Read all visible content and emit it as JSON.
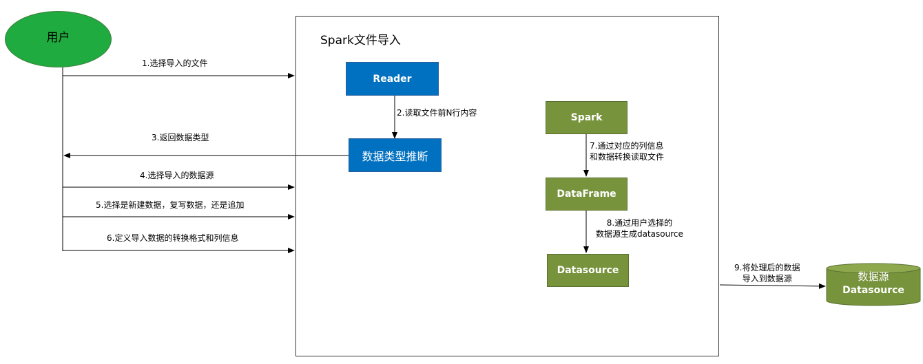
{
  "frame": {
    "title": "Spark文件导入"
  },
  "user": {
    "label": "用户"
  },
  "boxes": {
    "reader": "Reader",
    "type_infer": "数据类型推断",
    "spark": "Spark",
    "dataframe": "DataFrame",
    "datasource": "Datasource"
  },
  "database": {
    "line1": "数据源",
    "line2": "Datasource"
  },
  "edges": {
    "e1": "1.选择导入的文件",
    "e2": "2.读取文件前N行内容",
    "e3": "3.返回数据类型",
    "e4": "4.选择导入的数据源",
    "e5": "5.选择是新建数据，复写数据，还是追加",
    "e6": "6.定义导入数据的转换格式和列信息",
    "e7_line1": "7.通过对应的列信息",
    "e7_line2": "和数据转换读取文件",
    "e8_line1": "8.通过用户选择的",
    "e8_line2": "数据源生成datasource",
    "e9_line1": "9.将处理后的数据",
    "e9_line2": "导入到数据源"
  },
  "colors": {
    "user_green": "#1fab3f",
    "blue_box": "#0070c0",
    "green_box": "#77933c",
    "cylinder": "#77933c"
  }
}
